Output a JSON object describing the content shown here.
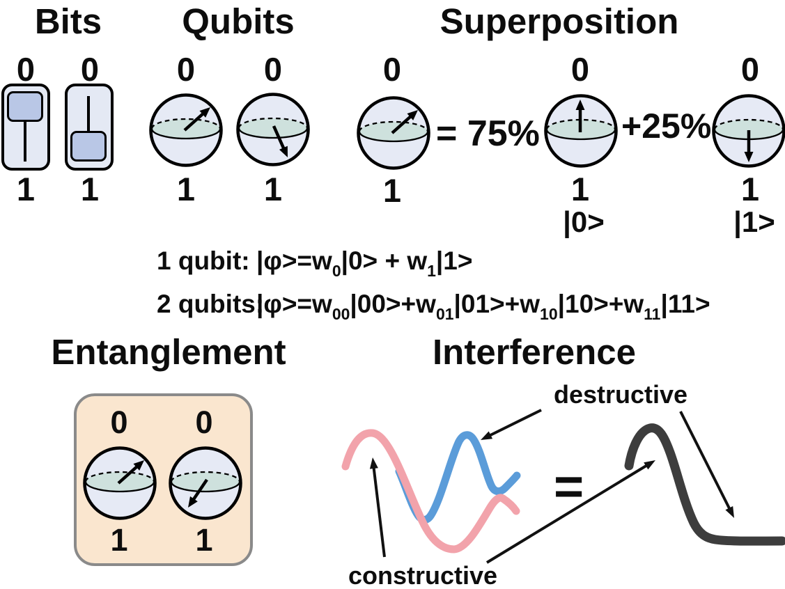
{
  "figure": {
    "background": "#ffffff"
  },
  "colors": {
    "sphere_fill": "#e6eaf5",
    "sphere_outline": "#000000",
    "equator_fill": "#cee1dd",
    "switch_body": "#e4e9f4",
    "switch_knob": "#b9c7e6",
    "entanglement_box_fill": "#fae6cf",
    "entanglement_box_border": "#8a8a8a"
  },
  "sections": {
    "bits": {
      "title": "Bits",
      "switches": [
        {
          "top_label": "0",
          "bottom_label": "1",
          "knob_position": "up"
        },
        {
          "top_label": "0",
          "bottom_label": "1",
          "knob_position": "down"
        }
      ]
    },
    "qubits": {
      "title": "Qubits",
      "spheres": [
        {
          "top_label": "0",
          "bottom_label": "1",
          "arrow": "up-right"
        },
        {
          "top_label": "0",
          "bottom_label": "1",
          "arrow": "down-right"
        }
      ]
    },
    "superposition": {
      "title": "Superposition",
      "weight_equals": "= 75%",
      "weight_plus": "+25%",
      "spheres": [
        {
          "top_label": "0",
          "bottom_label": "1",
          "arrow": "up-right"
        },
        {
          "top_label": "0",
          "bottom_label": "1",
          "arrow": "up",
          "ket": "|0>"
        },
        {
          "top_label": "0",
          "bottom_label": "1",
          "arrow": "down",
          "ket": "|1>"
        }
      ]
    },
    "equations": {
      "lines": [
        {
          "label": "1 qubit:",
          "segments": [
            {
              "t": "|φ>=w"
            },
            {
              "sub": "0"
            },
            {
              "t": "|0> + w"
            },
            {
              "sub": "1"
            },
            {
              "t": "|1>"
            }
          ]
        },
        {
          "label": "2 qubits:",
          "segments": [
            {
              "t": "|φ>=w"
            },
            {
              "sub": "00"
            },
            {
              "t": "|00>+w"
            },
            {
              "sub": "01"
            },
            {
              "t": "|01>+w"
            },
            {
              "sub": "10"
            },
            {
              "t": "|10>+w"
            },
            {
              "sub": "11"
            },
            {
              "t": "|11>"
            }
          ]
        }
      ]
    },
    "entanglement": {
      "title": "Entanglement",
      "spheres": [
        {
          "top_label": "0",
          "bottom_label": "1",
          "arrow": "up-right"
        },
        {
          "top_label": "0",
          "bottom_label": "1",
          "arrow": "down-left"
        }
      ]
    },
    "interference": {
      "title": "Interference",
      "destructive_label": "destructive",
      "constructive_label": "constructive",
      "equals_sign": "=",
      "colors": {
        "input_wave_pink": "#f2a3ab",
        "input_wave_blue": "#5b9cd9",
        "result_wave": "#3d3d3d",
        "arrow": "#111111"
      }
    }
  }
}
